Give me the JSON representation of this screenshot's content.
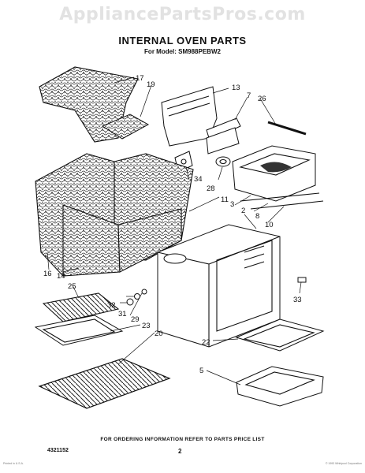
{
  "watermark": "AppliancePartsPros.com",
  "header": {
    "title": "INTERNAL OVEN PARTS",
    "model_line": "For Model: SM988PEBW2"
  },
  "callouts": [
    "17",
    "19",
    "13",
    "7",
    "26",
    "34",
    "28",
    "11",
    "3",
    "2",
    "8",
    "10",
    "16",
    "14",
    "25",
    "32",
    "31",
    "29",
    "23",
    "20",
    "22",
    "5",
    "33"
  ],
  "footer": {
    "ordering_note": "FOR ORDERING INFORMATION REFER TO PARTS PRICE LIST",
    "page_number": "2",
    "doc_number": "4321152"
  },
  "fineprint": {
    "left": "Printed in U.S.A.",
    "right": "© 1993 Whirlpool Corporation"
  }
}
